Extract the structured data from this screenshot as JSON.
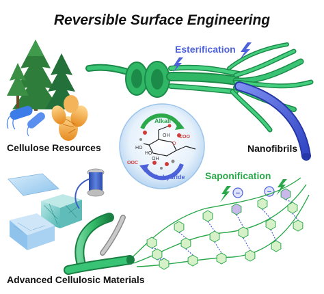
{
  "title": "Reversible Surface Engineering",
  "labels": {
    "esterification": "Esterification",
    "saponification": "Saponification",
    "cellulose_resources": "Cellulose Resources",
    "nanofibrils": "Nanofibrils",
    "advanced_materials": "Advanced Cellulosic Materials",
    "alkali": "Alkali",
    "anhydride": "Anhydride"
  },
  "molecule": {
    "carboxylate_right": "COO",
    "carboxylate_left": "OOC",
    "oxygen": "O",
    "hydroxyl_1": "HO",
    "hydroxyl_2": "OH",
    "hydroxyl_3": "OH",
    "hydroxyl_4": "HO"
  },
  "charge_symbols": {
    "minus": "−"
  },
  "colors": {
    "fibril_green": "#2fb765",
    "fibril_dark": "#1c8a48",
    "nanofibril_blue": "#4a5fd6",
    "accent_blue": "#4d62d8",
    "accent_green": "#2aa84a",
    "hexagon_green": "#d6f0c8",
    "hexagon_purple": "#c9b8ea",
    "bubble_blue": "#cfe3f7"
  }
}
